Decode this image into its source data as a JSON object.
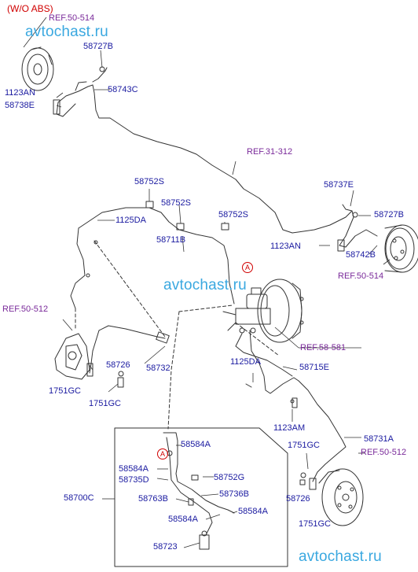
{
  "header": {
    "variant": "(W/O ABS)"
  },
  "watermark": "avtochast.ru",
  "marker": "A",
  "colors": {
    "label": "#1a1aa0",
    "ref": "#7a2a9a",
    "variant": "#d00000",
    "watermark": "#3aa8e0",
    "line": "#333333"
  },
  "labels": {
    "ref_50_514_top": "REF.50-514",
    "p58727B_top": "58727B",
    "p58743C": "58743C",
    "p1123AN_left": "1123AN",
    "p58738E": "58738E",
    "ref_31_312": "REF.31-312",
    "p58737E": "58737E",
    "p58727B_right": "58727B",
    "p1123AN_right": "1123AN",
    "p58742B": "58742B",
    "ref_50_514_right": "REF.50-514",
    "p58752S_a": "58752S",
    "p58752S_b": "58752S",
    "p58752S_c": "58752S",
    "p1125DA_top": "1125DA",
    "p58711B": "58711B",
    "ref_50_512_left": "REF.50-512",
    "ref_58_581": "REF.58-581",
    "p58726_left": "58726",
    "p58732": "58732",
    "p1751GC_l1": "1751GC",
    "p1751GC_l2": "1751GC",
    "p1125DA_mid": "1125DA",
    "p58715E": "58715E",
    "p1123AM": "1123AM",
    "p58731A": "58731A",
    "p1751GC_r1": "1751GC",
    "ref_50_512_right": "REF.50-512",
    "p58726_right": "58726",
    "p1751GC_r2": "1751GC",
    "p58584A_1": "58584A",
    "p58584A_2": "58584A",
    "p58735D": "58735D",
    "p58752G": "58752G",
    "p58700C": "58700C",
    "p58763B": "58763B",
    "p58736B": "58736B",
    "p58584A_3": "58584A",
    "p58584A_4": "58584A",
    "p58723": "58723"
  }
}
